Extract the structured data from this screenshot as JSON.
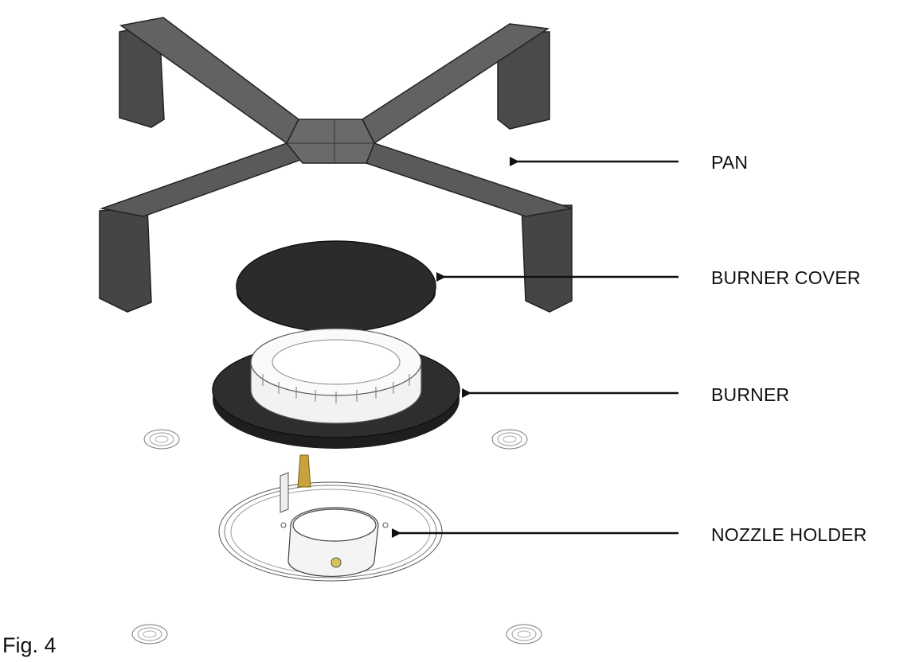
{
  "labels": {
    "pan": "PAN",
    "burner_cover": "BURNER COVER",
    "burner": "BURNER",
    "nozzle_holder": "NOZZLE HOLDER"
  },
  "caption": "Fig. 4",
  "colors": {
    "pan": "#5a5a5c",
    "burner_cover": "#2b2b2b",
    "burner_ring": "#262626",
    "burner_crown": "#f0f0f0",
    "nozzle": "#c8a23c",
    "line": "#111111"
  }
}
